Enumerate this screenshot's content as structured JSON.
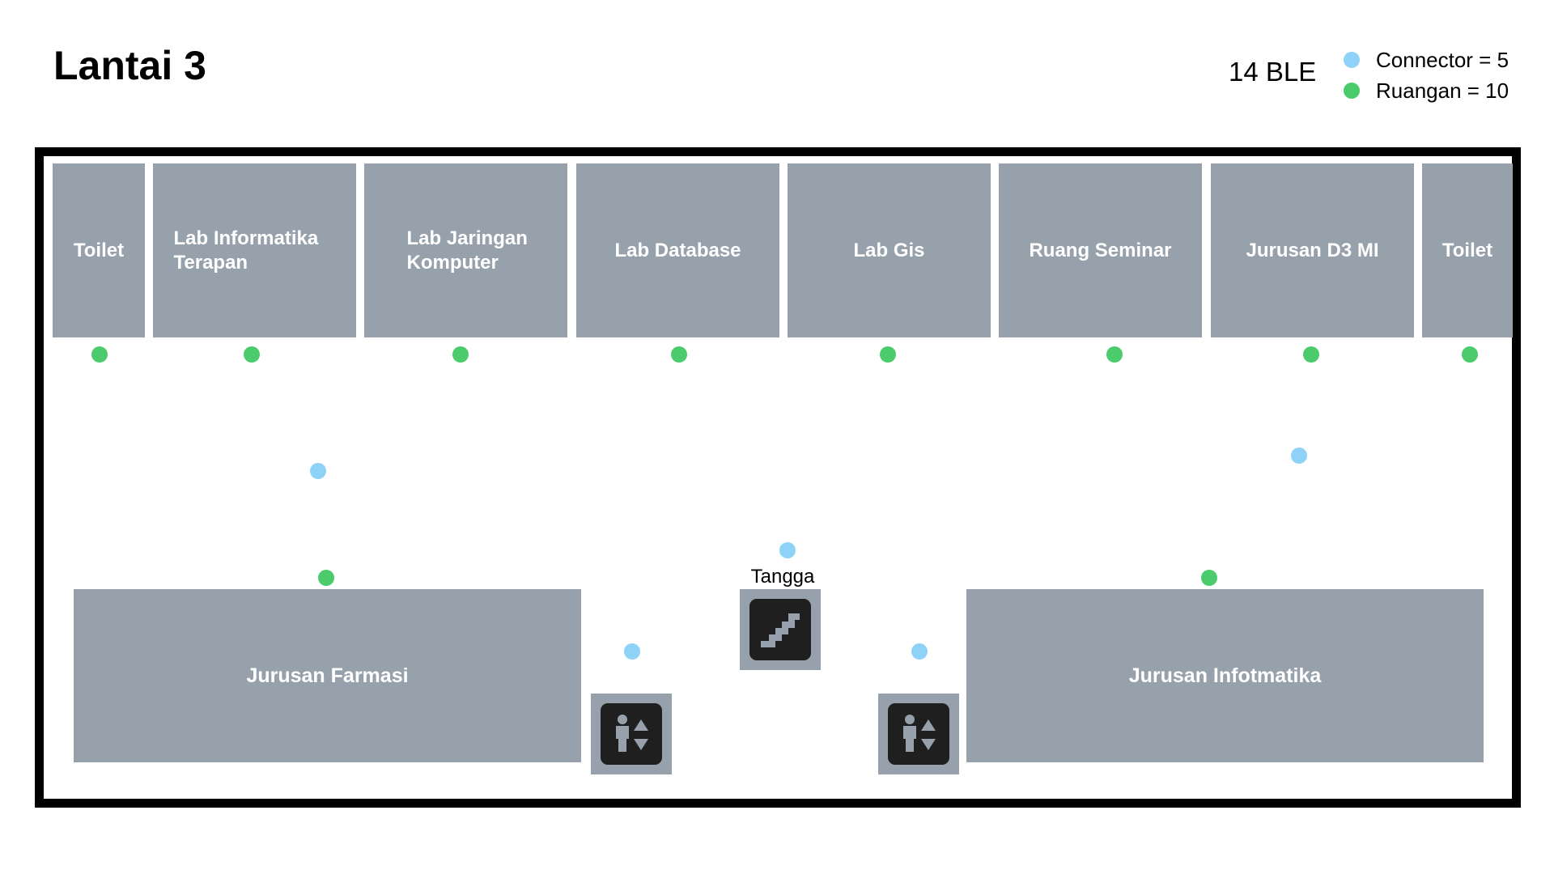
{
  "header": {
    "title": "Lantai 3",
    "ble_count": "14 BLE",
    "legend": [
      {
        "label": "Connector = 5",
        "color": "#8fd2f7"
      },
      {
        "label": "Ruangan = 10",
        "color": "#4ccb6d"
      }
    ]
  },
  "rooms_top": [
    {
      "label": "Toilet"
    },
    {
      "label": "Lab Informatika Terapan"
    },
    {
      "label": "Lab Jaringan Komputer"
    },
    {
      "label": "Lab Database"
    },
    {
      "label": "Lab Gis"
    },
    {
      "label": "Ruang Seminar"
    },
    {
      "label": "Jurusan D3 MI"
    },
    {
      "label": "Toilet"
    }
  ],
  "rooms_bottom": [
    {
      "label": "Jurusan Farmasi"
    },
    {
      "label": "Jurusan Infotmatika"
    }
  ],
  "stairs": {
    "label": "Tangga",
    "icon": "stairs-icon"
  },
  "elevators": [
    {
      "icon": "elevator-icon"
    },
    {
      "icon": "elevator-icon"
    }
  ],
  "colors": {
    "room": "#97a1ac",
    "room_beacon": "#4ccb6d",
    "connector_beacon": "#8fd2f7"
  }
}
